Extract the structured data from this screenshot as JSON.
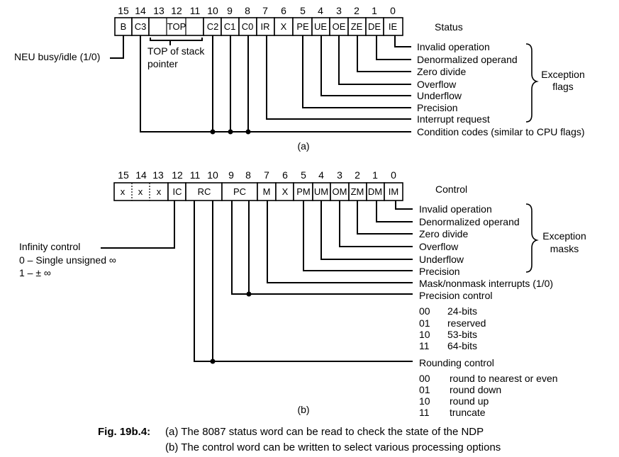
{
  "status_word": {
    "bit_numbers": [
      "15",
      "14",
      "13",
      "12",
      "11",
      "10",
      "9",
      "8",
      "7",
      "6",
      "5",
      "4",
      "3",
      "2",
      "1",
      "0"
    ],
    "cells": [
      "B",
      "C3",
      "TOP",
      "C2",
      "C1",
      "C0",
      "IR",
      "X",
      "PE",
      "UE",
      "OE",
      "ZE",
      "DE",
      "IE"
    ],
    "title": "Status",
    "busy_label": "NEU busy/idle (1/0)",
    "top_label_line1": "TOP of stack",
    "top_label_line2": "pointer",
    "flag_labels": [
      "Invalid operation",
      "Denormalized operand",
      "Zero divide",
      "Overflow",
      "Underflow",
      "Precision",
      "Interrupt request"
    ],
    "condition_label": "Condition codes (similar to CPU flags)",
    "group_label_line1": "Exception",
    "group_label_line2": "flags",
    "caption": "(a)"
  },
  "control_word": {
    "bit_numbers": [
      "15",
      "14",
      "13",
      "12",
      "11",
      "10",
      "9",
      "8",
      "7",
      "6",
      "5",
      "4",
      "3",
      "2",
      "1",
      "0"
    ],
    "cells": [
      "x",
      "x",
      "x",
      "IC",
      "RC",
      "PC",
      "M",
      "X",
      "PM",
      "UM",
      "OM",
      "ZM",
      "DM",
      "IM"
    ],
    "title": "Control",
    "infinity_title": "Infinity control",
    "infinity_opt0": "0 – Single unsigned ∞",
    "infinity_opt1": "1 – ± ∞",
    "mask_labels": [
      "Invalid operation",
      "Denormalized operand",
      "Zero divide",
      "Overflow",
      "Underflow",
      "Precision"
    ],
    "mask_interrupt_label": "Mask/nonmask interrupts (1/0)",
    "precision_control_label": "Precision control",
    "precision_options": [
      {
        "code": "00",
        "text": "24-bits"
      },
      {
        "code": "01",
        "text": "reserved"
      },
      {
        "code": "10",
        "text": "53-bits"
      },
      {
        "code": "11",
        "text": "64-bits"
      }
    ],
    "rounding_control_label": "Rounding control",
    "rounding_options": [
      {
        "code": "00",
        "text": "round to nearest or even"
      },
      {
        "code": "01",
        "text": "round down"
      },
      {
        "code": "10",
        "text": "round up"
      },
      {
        "code": "11",
        "text": "truncate"
      }
    ],
    "group_label_line1": "Exception",
    "group_label_line2": "masks",
    "caption": "(b)"
  },
  "figure_caption": {
    "prefix": "Fig. 19b.4:",
    "line1": "(a) The 8087 status word can be read to check the state of the NDP",
    "line2": "(b) The control word can be written to select various processing options"
  }
}
